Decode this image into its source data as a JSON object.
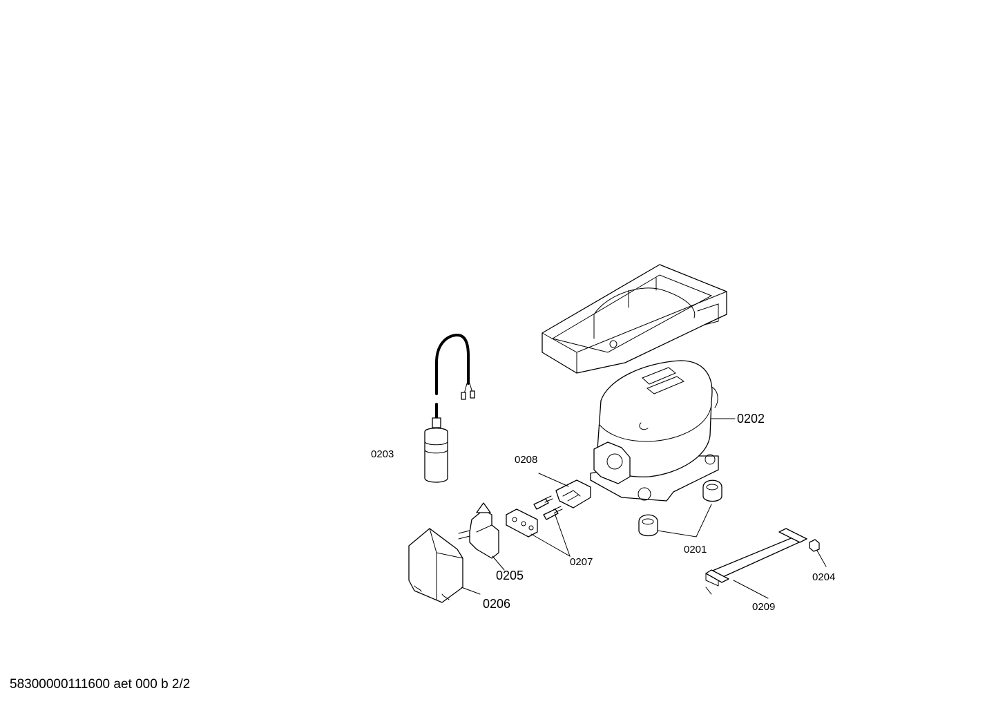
{
  "parts": {
    "p0201": "0201",
    "p0202": "0202",
    "p0203": "0203",
    "p0204": "0204",
    "p0205": "0205",
    "p0206": "0206",
    "p0207": "0207",
    "p0208": "0208",
    "p0209": "0209"
  },
  "footer": "58300000111600 aet 000 b 2/2"
}
